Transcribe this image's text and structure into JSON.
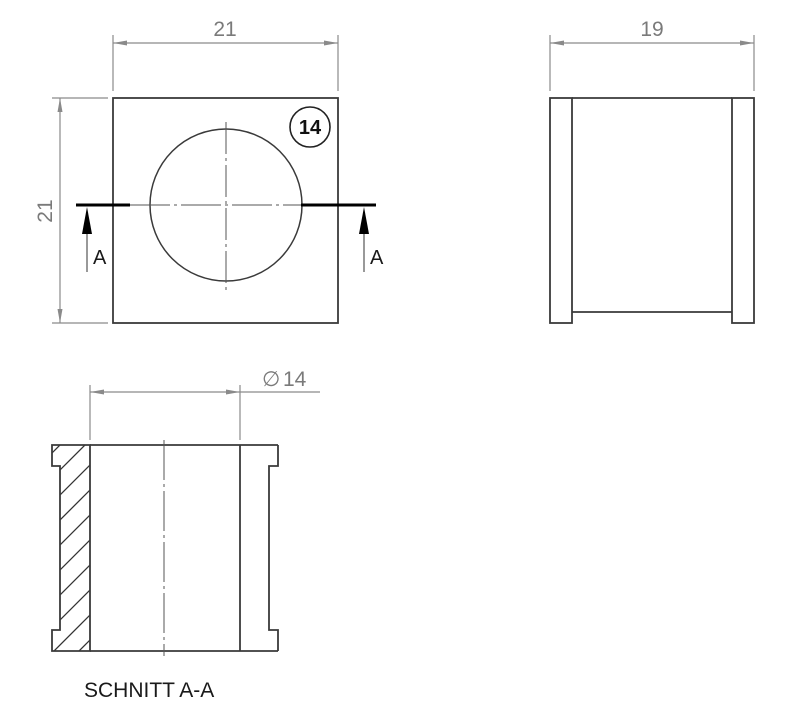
{
  "drawing": {
    "front_view": {
      "width_dim": "21",
      "height_dim": "21",
      "balloon": "14",
      "section_label_left": "A",
      "section_label_right": "A"
    },
    "side_view": {
      "width_dim": "19"
    },
    "section_view": {
      "diameter_symbol": "∅",
      "diameter_dim": "14",
      "caption": "SCHNITT A-A"
    },
    "colors": {
      "outline": "#3a3a3a",
      "dimension": "#8a8a8a",
      "cutting_plane": "#000000"
    }
  }
}
